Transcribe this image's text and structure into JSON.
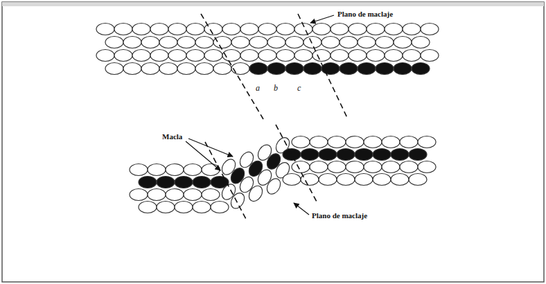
{
  "diagram": {
    "labels": [
      "Plano de maclaje",
      "a",
      "b",
      "c",
      "Macla",
      "Plano de maclaje"
    ]
  }
}
